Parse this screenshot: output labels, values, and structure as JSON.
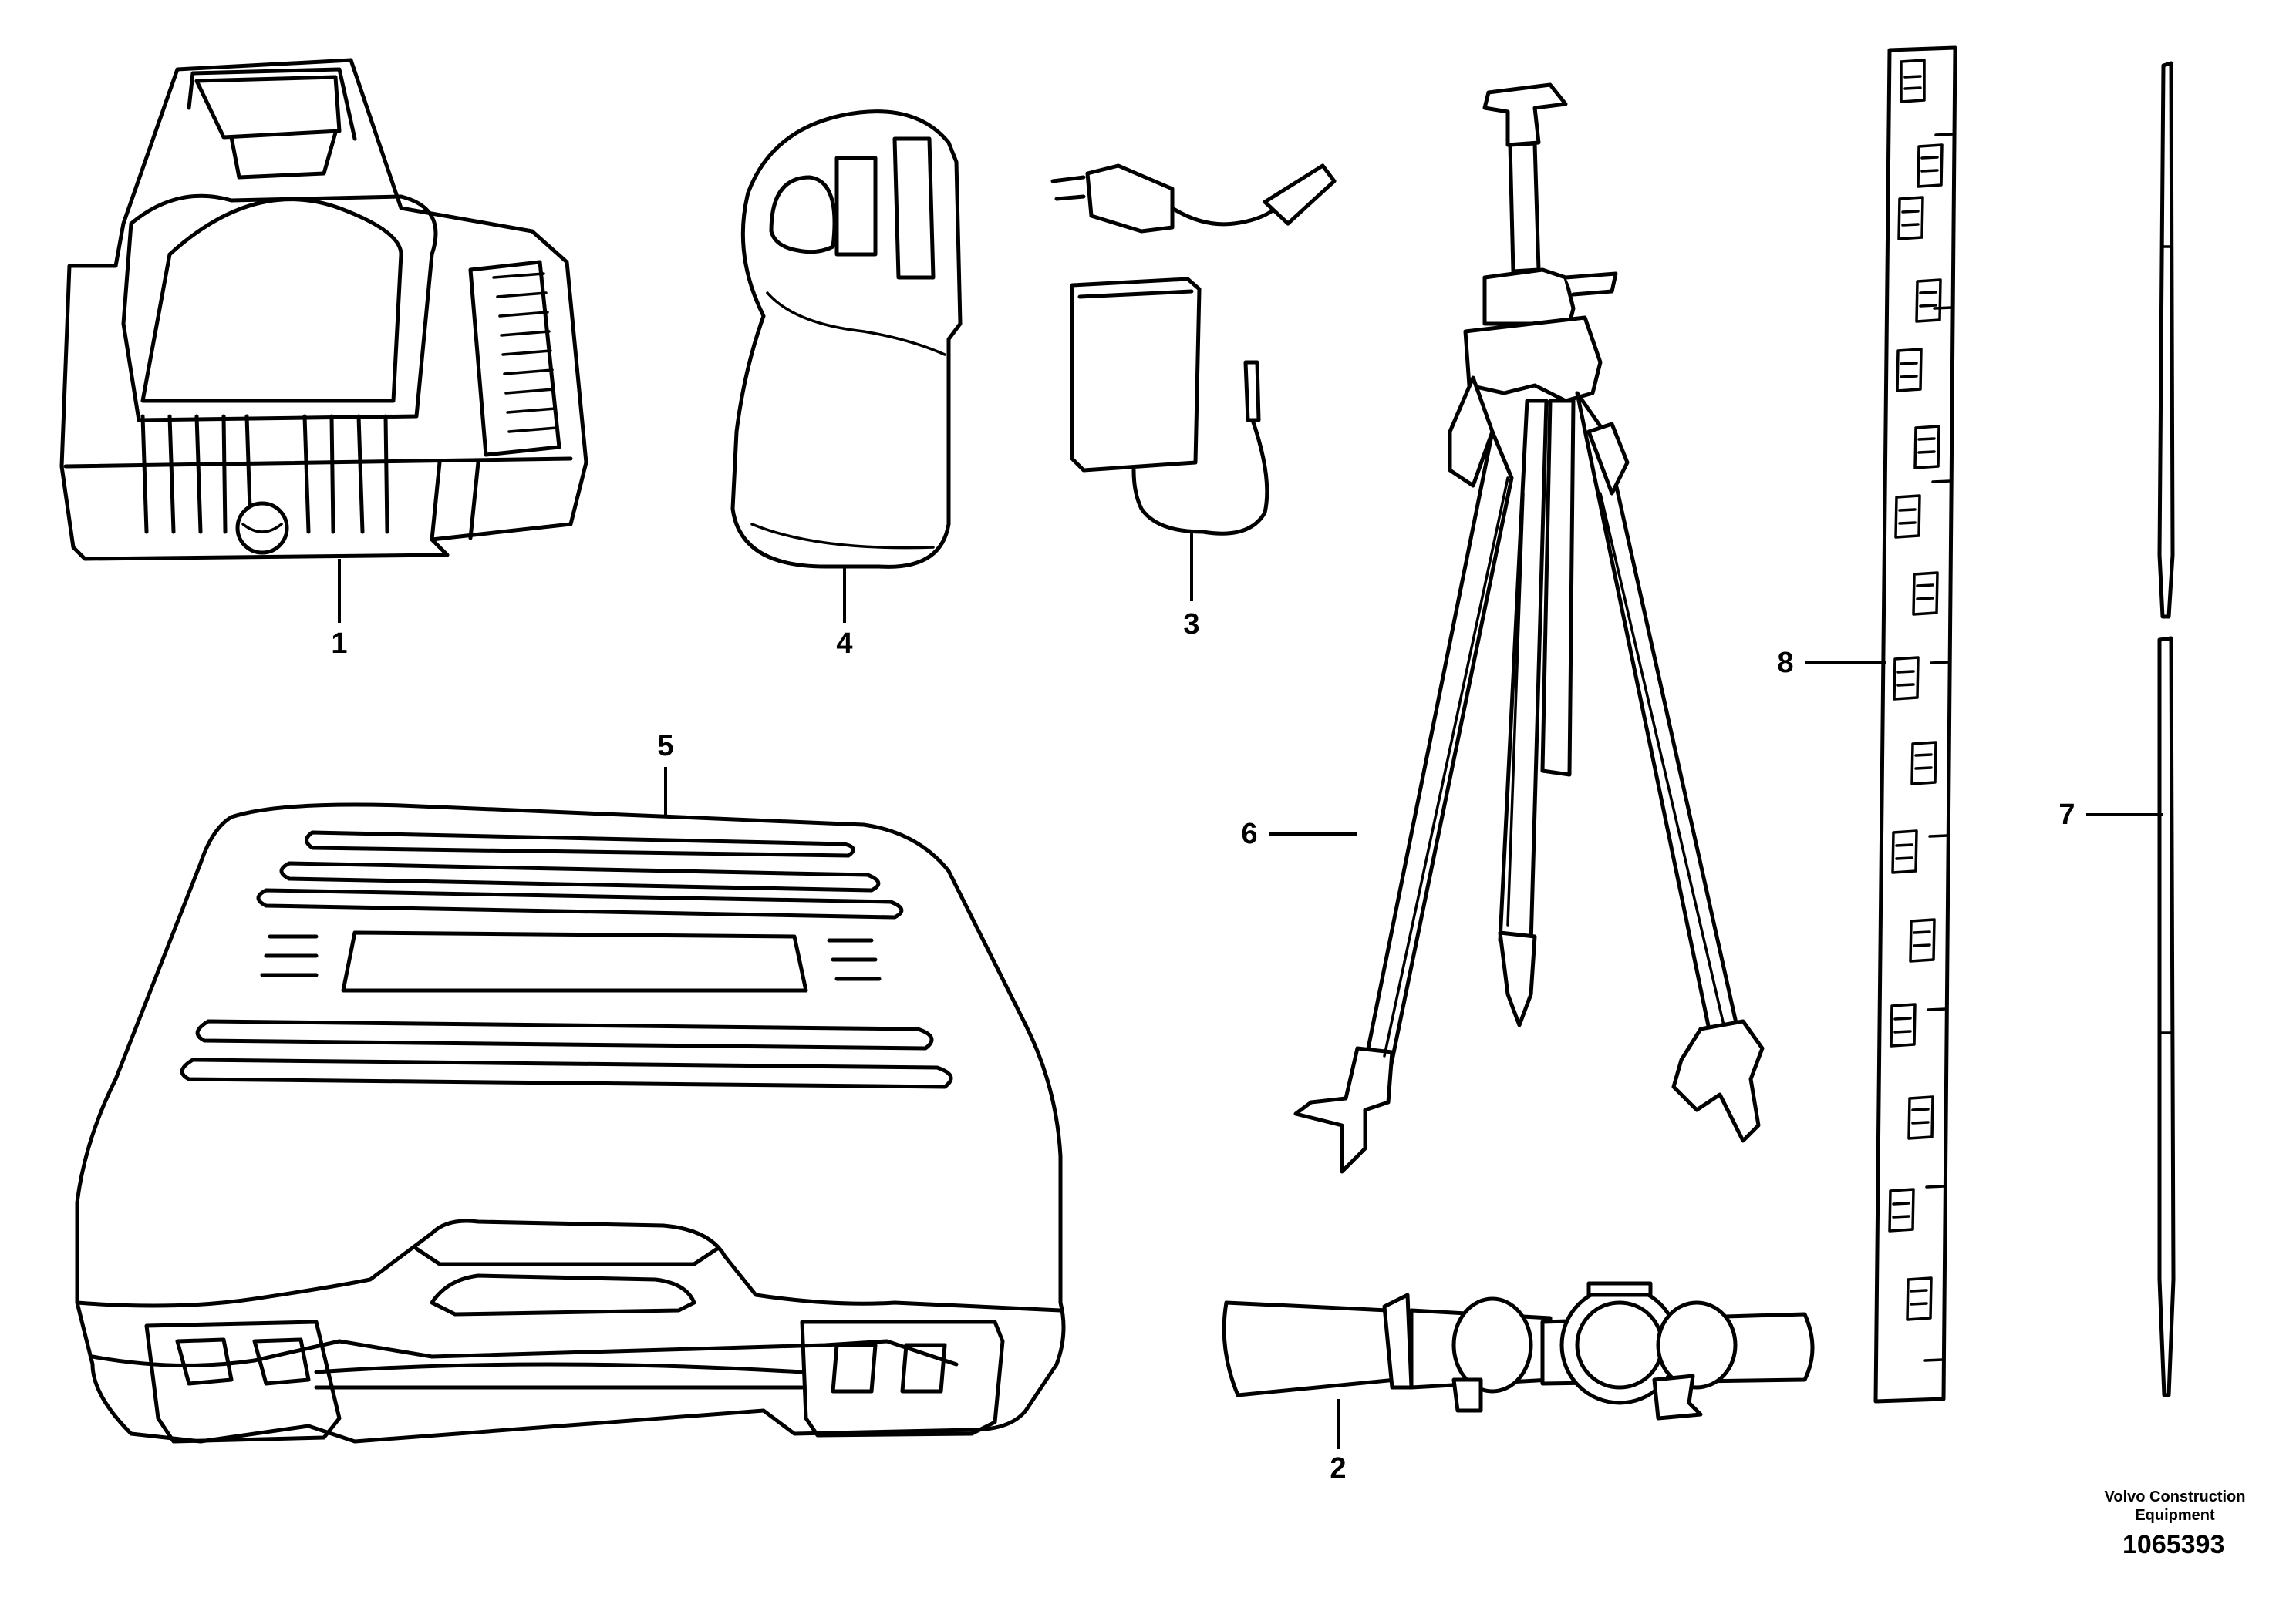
{
  "callouts": {
    "c1": "1",
    "c2": "2",
    "c3": "3",
    "c4": "4",
    "c5": "5",
    "c6": "6",
    "c7": "7",
    "c8": "8"
  },
  "brand": {
    "line1": "Volvo Construction",
    "line2": "Equipment"
  },
  "drawing_number": "1065393"
}
